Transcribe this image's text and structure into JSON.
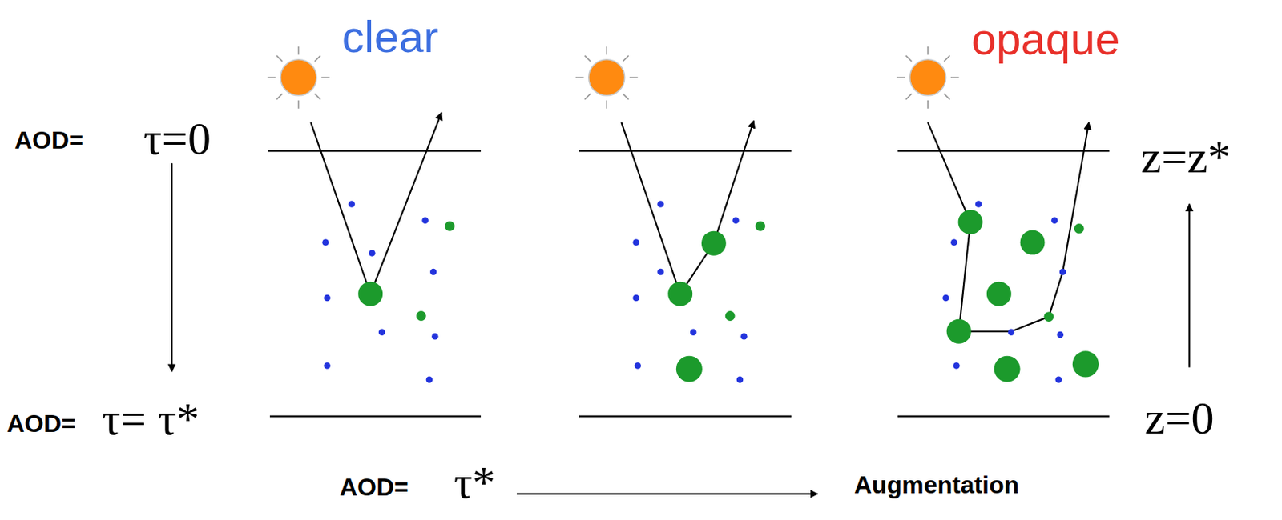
{
  "diagram": {
    "labels": [
      "clear",
      "opaque",
      "AOD=",
      "τ=0",
      "AOD=",
      "τ= τ*",
      "z=z*",
      "z=0",
      "AOD=",
      "τ*",
      "Augmentation"
    ]
  }
}
